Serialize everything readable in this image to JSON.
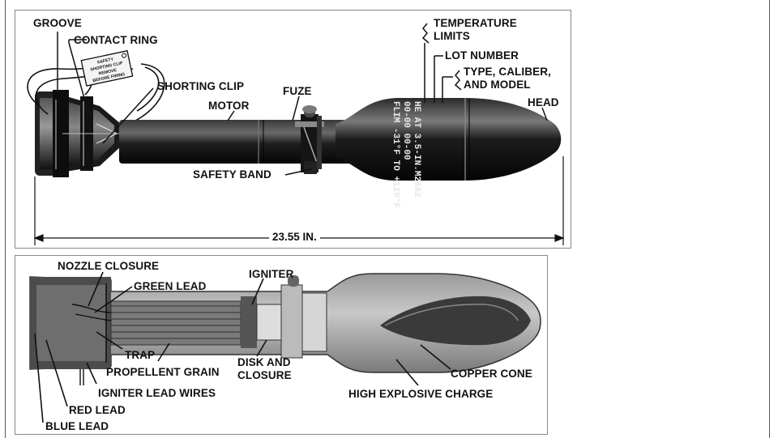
{
  "top_panel": {
    "labels": {
      "groove": "GROOVE",
      "contact_ring": "CONTACT RING",
      "shorting_clip": "SHORTING CLIP",
      "motor": "MOTOR",
      "fuze": "FUZE",
      "temperature_limits_1": "TEMPERATURE",
      "temperature_limits_2": "LIMITS",
      "lot_number": "LOT NUMBER",
      "type_caliber_model_1": "TYPE, CALIBER,",
      "type_caliber_model_2": "AND MODEL",
      "head": "HEAD",
      "safety_band": "SAFETY BAND",
      "length": "23.55 IN."
    },
    "tag_text": [
      "SAFETY",
      "SHORTING CLIP",
      "REMOVE",
      "BEFORE FIRING"
    ],
    "body_markings": [
      "HE AT 3.5-IN.M28A2",
      "00-00  00-00",
      "FLIM -31°F TO +120°F"
    ]
  },
  "bottom_panel": {
    "labels": {
      "nozzle_closure": "NOZZLE CLOSURE",
      "green_lead": "GREEN LEAD",
      "igniter": "IGNITER",
      "trap": "TRAP",
      "propellent_grain": "PROPELLENT GRAIN",
      "disk_and_closure_1": "DISK AND",
      "disk_and_closure_2": "CLOSURE",
      "igniter_lead_wires": "IGNITER LEAD WIRES",
      "copper_cone": "COPPER CONE",
      "red_lead": "RED LEAD",
      "high_explosive_charge": "HIGH EXPLOSIVE CHARGE",
      "blue_lead": "BLUE LEAD"
    }
  }
}
